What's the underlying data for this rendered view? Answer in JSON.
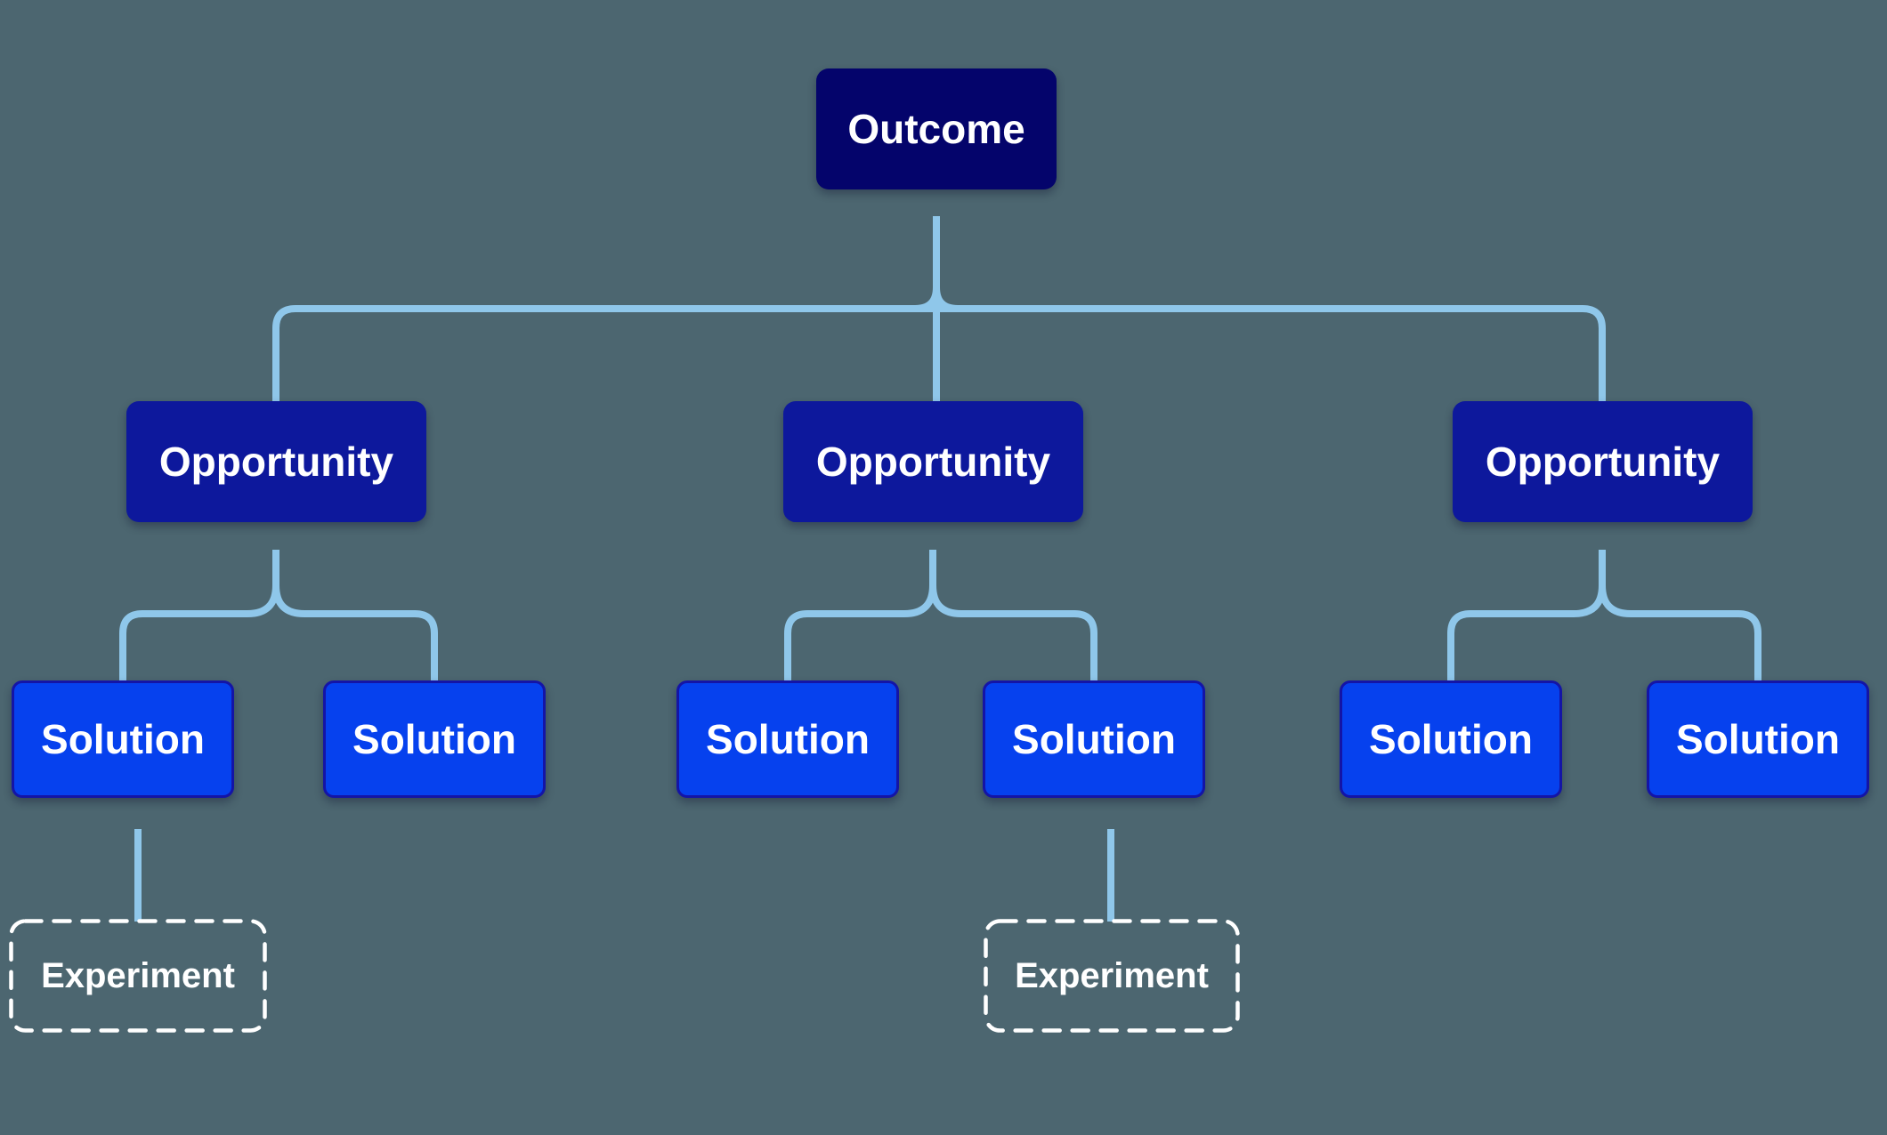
{
  "colors": {
    "background": "#4C6670",
    "connector": "#8FC7EA",
    "outcome_fill": "#04046B",
    "opportunity_fill": "#0D189C",
    "solution_fill": "#0641EE",
    "solution_border": "#1414A6",
    "experiment_border": "#FFFFFF",
    "text": "#FFFFFF"
  },
  "diagram": {
    "type": "opportunity-solution-tree",
    "root": {
      "label": "Outcome"
    },
    "opportunities": [
      {
        "label": "Opportunity",
        "solutions": [
          {
            "label": "Solution",
            "experiment": {
              "label": "Experiment"
            }
          },
          {
            "label": "Solution"
          }
        ]
      },
      {
        "label": "Opportunity",
        "solutions": [
          {
            "label": "Solution"
          },
          {
            "label": "Solution",
            "experiment": {
              "label": "Experiment"
            }
          }
        ]
      },
      {
        "label": "Opportunity",
        "solutions": [
          {
            "label": "Solution"
          },
          {
            "label": "Solution"
          }
        ]
      }
    ]
  }
}
